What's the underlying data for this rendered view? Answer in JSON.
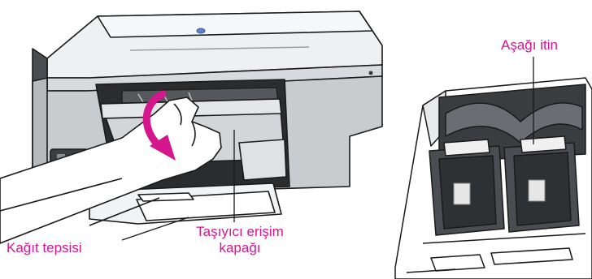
{
  "labels": {
    "paper_tray": "Kağıt tepsisi",
    "carriage_door_line1": "Taşıyıcı erişim",
    "carriage_door_line2": "kapağı",
    "push_down": "Aşağı itin"
  },
  "colors": {
    "accent": "#d6168c",
    "printer_body": "#c9ccce",
    "printer_lid": "#e9ebec",
    "line": "#1a1a1a",
    "cartridge_dark": "#3a3d40"
  },
  "icons": {
    "arrow": "curved-down-arrow-icon",
    "printer": "printer-illustration",
    "cartridge_cradle": "print-cartridge-cradle-illustration"
  }
}
